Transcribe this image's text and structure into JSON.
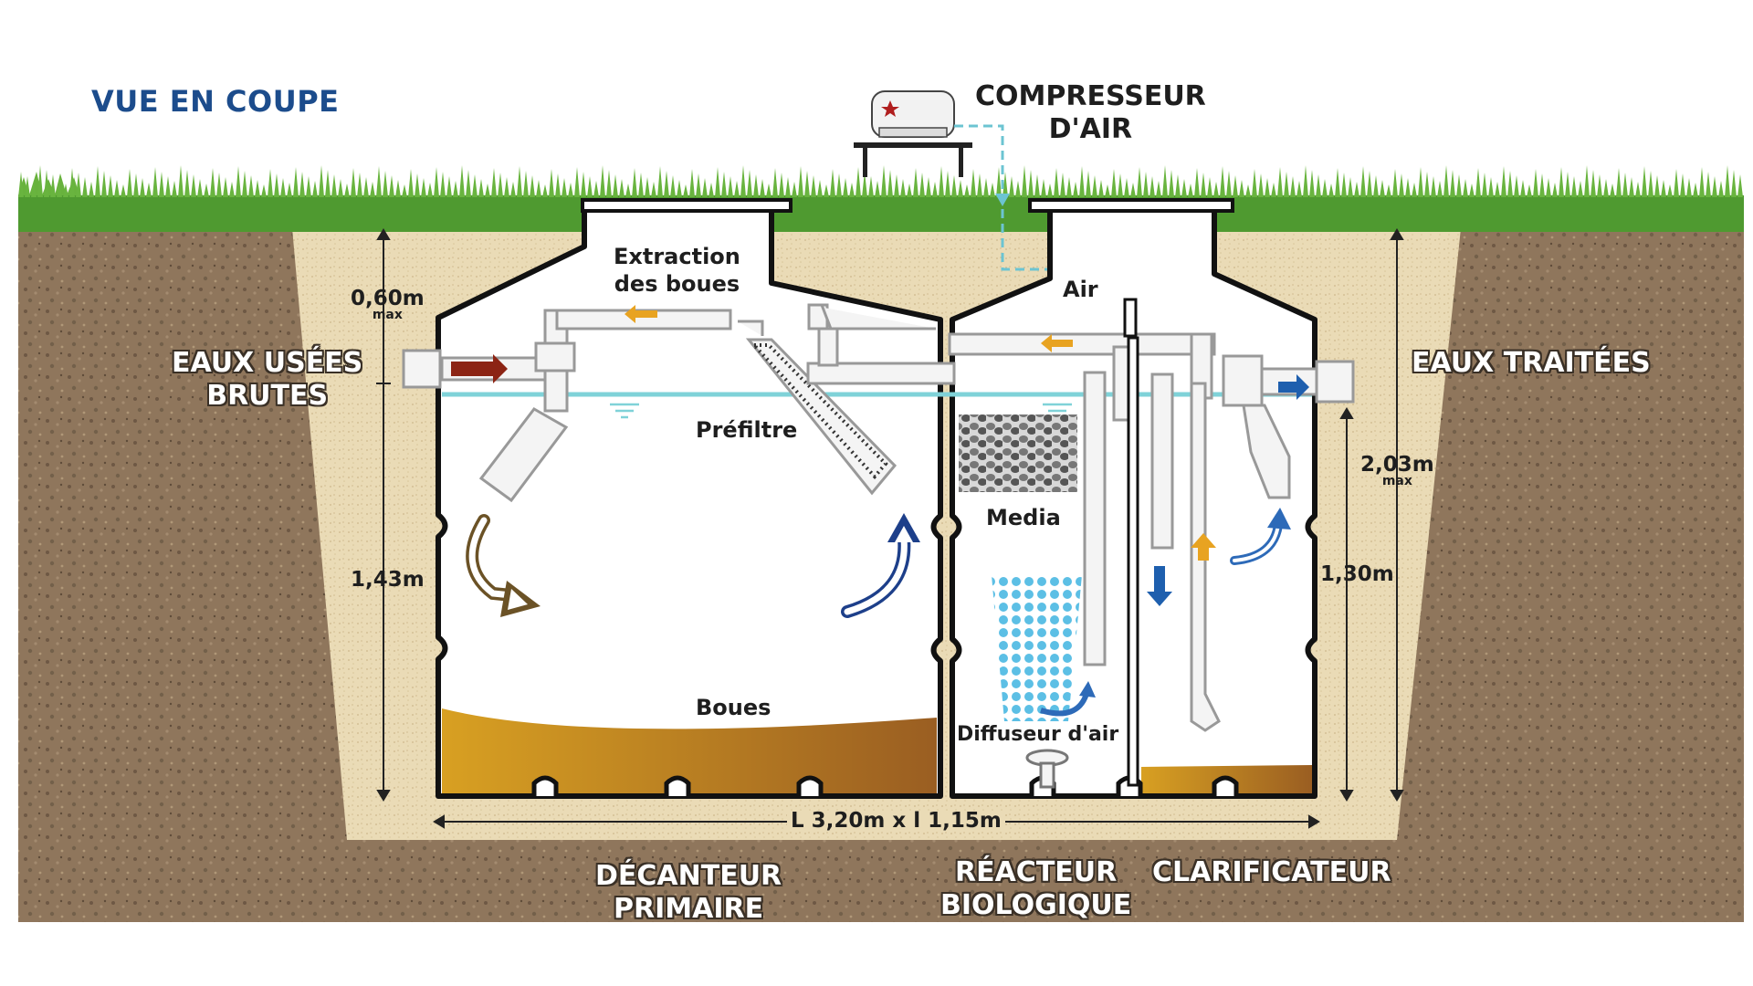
{
  "title": "VUE EN COUPE",
  "compressor": {
    "line1": "COMPRESSEUR",
    "line2": "D'AIR"
  },
  "inflow": {
    "line1": "EAUX USÉES",
    "line2": "BRUTES"
  },
  "outflow": {
    "label": "EAUX TRAITÉES"
  },
  "labels": {
    "extraction_line1": "Extraction",
    "extraction_line2": "des boues",
    "prefiltre": "Préfiltre",
    "boues": "Boues",
    "air": "Air",
    "media": "Media",
    "diffuseur": "Diffuseur d'air"
  },
  "dimensions": {
    "top_depth": "0,60m",
    "top_depth_note": "max",
    "tank_left_height": "1,43m",
    "total_depth": "2,03m",
    "total_depth_note": "max",
    "tank_right_height": "1,30m",
    "length_width": "L 3,20m x l 1,15m"
  },
  "zones": {
    "primary_line1": "DÉCANTEUR",
    "primary_line2": "PRIMAIRE",
    "reactor_line1": "RÉACTEUR",
    "reactor_line2": "BIOLOGIQUE",
    "clarifier": "CLARIFICATEUR"
  },
  "colors": {
    "title_blue": "#1c4c8c",
    "soil": "#8a7158",
    "sand": "#e9d9b4",
    "grass": "#5fa33a",
    "water_line": "#7fd2d8",
    "sludge": "#c28a1f",
    "inflow_arrow": "#8c2414",
    "outflow_arrow": "#1e5fae",
    "air_line": "#6cc4d2",
    "flow_arrow_brown": "#6b5226",
    "flow_arrow_blue": "#1d3f8a",
    "bubbles": "#3fb4e0"
  }
}
